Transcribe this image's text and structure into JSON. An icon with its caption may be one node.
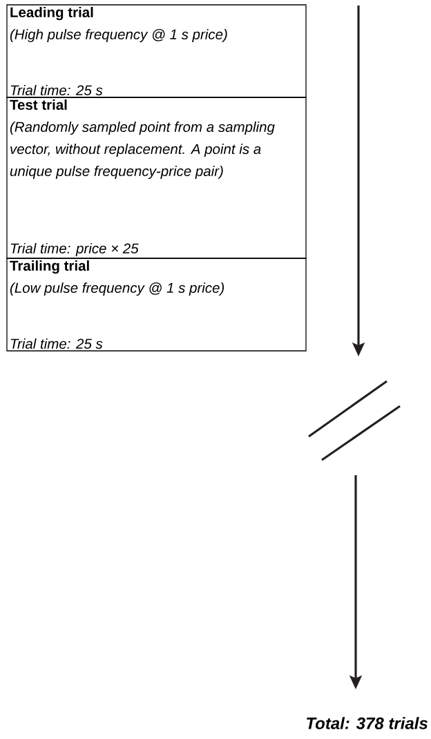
{
  "diagram": {
    "nodes": [
      {
        "text": [
          "Leading trial",
          "(High pulse frequency @ 1 s price)",
          "Trial time: 25 s"
        ]
      },
      {
        "text": [
          "Test trial",
          "(Randomly sampled point from a sampling vector, without replacement. A point is a unique pulse frequency-price pair)",
          "Trial time: price × 25"
        ]
      },
      {
        "text": [
          "Trailing trial",
          "(Low pulse frequency @ 1 s price)",
          "Trial time: 25 s"
        ]
      }
    ],
    "labels": [
      "Total: 378 trials"
    ]
  }
}
